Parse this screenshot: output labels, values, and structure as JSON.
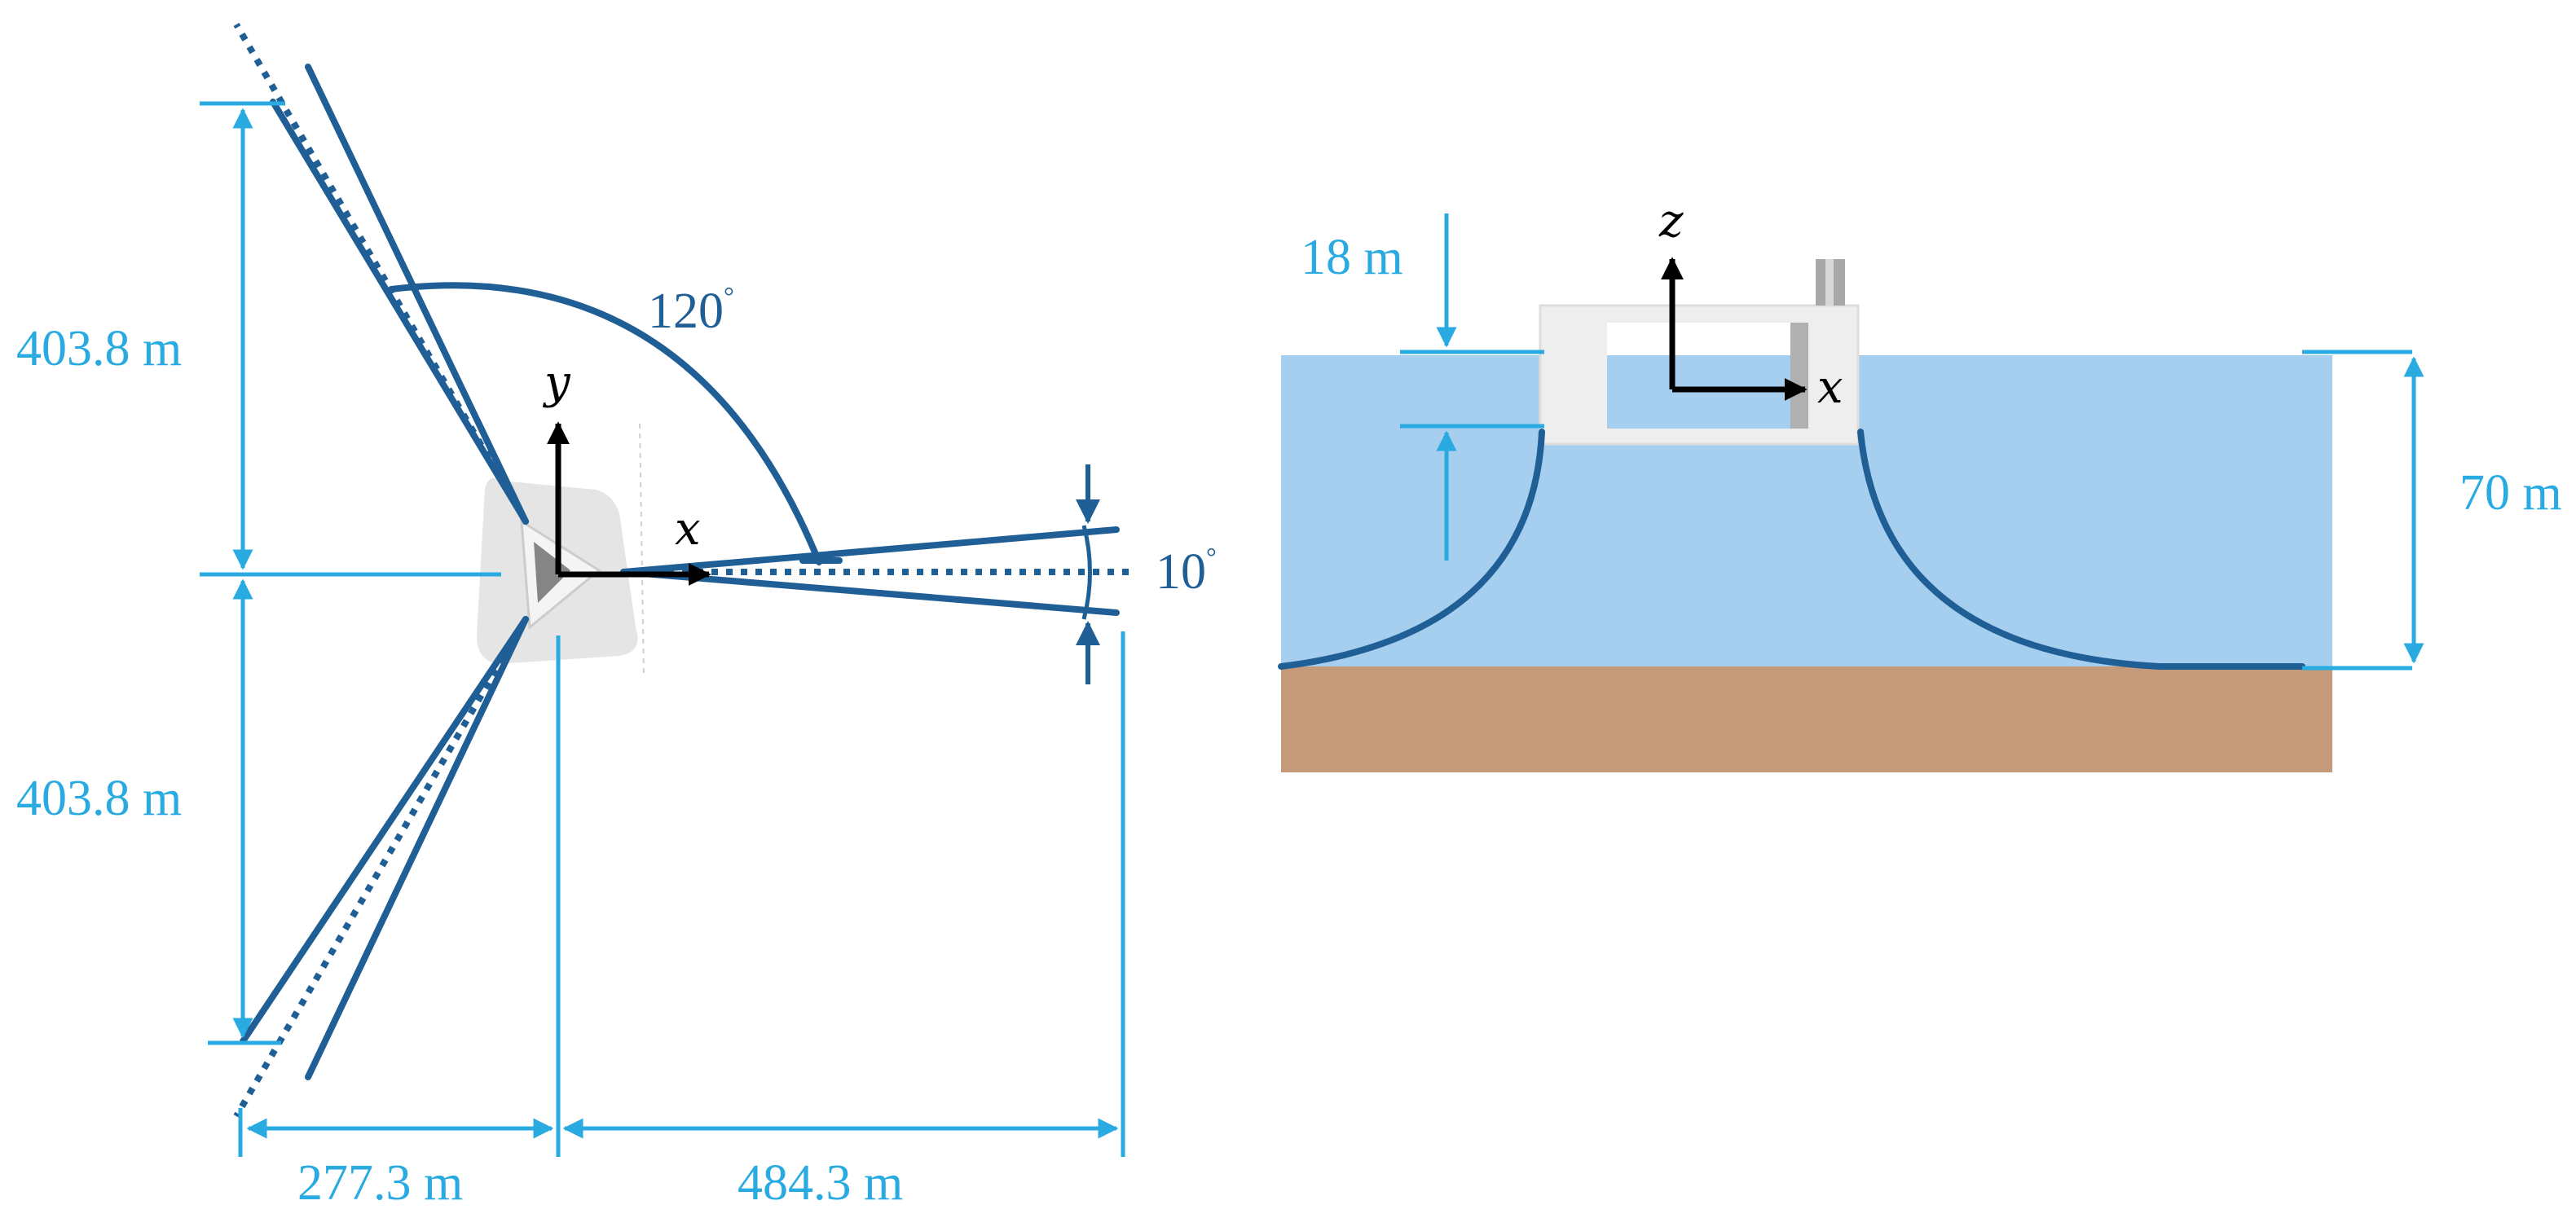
{
  "plan_view": {
    "dim_top": "403.8 m",
    "dim_bottom": "403.8 m",
    "dim_left_x": "277.3 m",
    "dim_right_x": "484.3 m",
    "angle_large": "120",
    "angle_small": "10",
    "axis_x": "x",
    "axis_y": "y"
  },
  "elevation_view": {
    "draft": "18 m",
    "depth": "70 m",
    "axis_x": "x",
    "axis_z": "z"
  },
  "colors": {
    "dimension": "#29abe2",
    "mooring": "#1f5f96",
    "water": "#a6ceef",
    "seabed": "#c49a7b",
    "platform": "#eeeeee"
  }
}
